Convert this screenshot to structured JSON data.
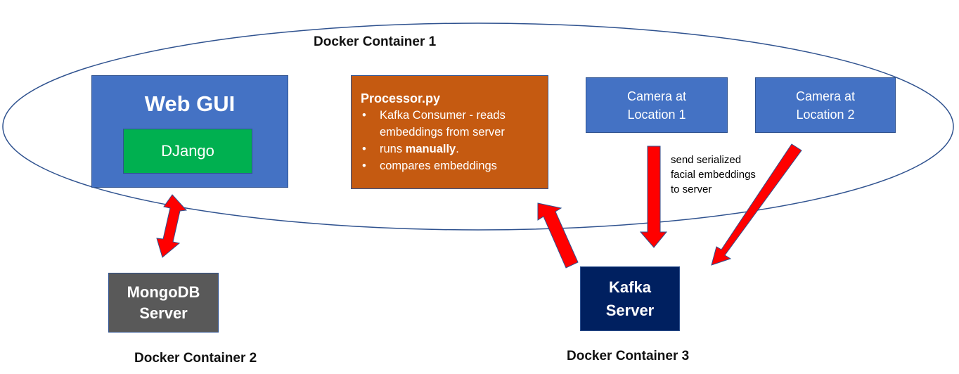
{
  "containers": {
    "container1_label": "Docker Container 1",
    "container2_label": "Docker Container 2",
    "container3_label": "Docker Container 3"
  },
  "webgui": {
    "title": "Web GUI",
    "framework": "DJango"
  },
  "processor": {
    "title": "Processor.py",
    "bullet1": "Kafka Consumer - reads embeddings from server",
    "bullet2_prefix": "runs ",
    "bullet2_bold": "manually",
    "bullet2_suffix": ".",
    "bullet3": "compares embeddings"
  },
  "cameras": {
    "cam1_line1": "Camera at",
    "cam1_line2": "Location 1",
    "cam2_line1": "Camera at",
    "cam2_line2": "Location 2"
  },
  "mongodb": {
    "line1": "MongoDB",
    "line2": "Server"
  },
  "kafka": {
    "line1": "Kafka",
    "line2": "Server"
  },
  "annotation": {
    "line1": "send serialized",
    "line2": "facial embeddings",
    "line3": "to server"
  },
  "colors": {
    "blue_box": "#4472c4",
    "green_box": "#00b050",
    "orange_box": "#c55a11",
    "gray_box": "#595959",
    "navy_box": "#002060",
    "arrow_fill": "#ff0000",
    "arrow_stroke": "#2f528f"
  }
}
